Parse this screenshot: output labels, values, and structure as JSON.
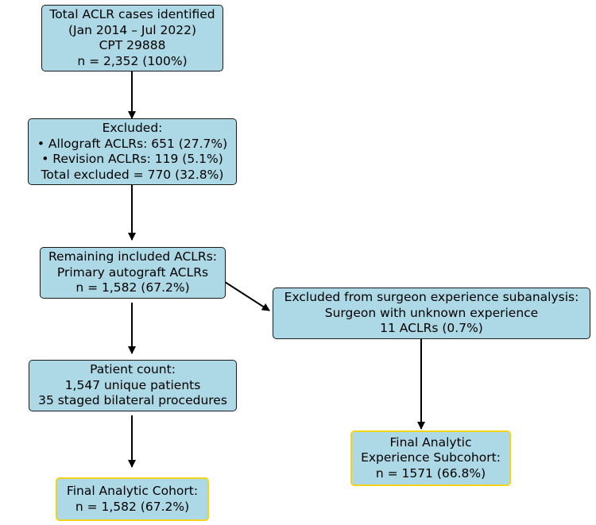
{
  "colors": {
    "box_fill": "#add8e6",
    "box_border": "#1a1a1a",
    "final_border": "#f2d21b",
    "arrow": "#000000"
  },
  "boxes": {
    "total": {
      "lines": [
        "Total ACLR cases identified",
        "(Jan 2014 – Jul 2022)",
        "CPT 29888",
        "n = 2,352 (100%)"
      ]
    },
    "excluded": {
      "lines": [
        "Excluded:",
        "• Allograft ACLRs: 651 (27.7%)",
        "• Revision ACLRs: 119 (5.1%)",
        "Total excluded = 770 (32.8%)"
      ]
    },
    "remaining": {
      "lines": [
        "Remaining included ACLRs:",
        "Primary autograft ACLRs",
        "n = 1,582 (67.2%)"
      ]
    },
    "patient_count": {
      "lines": [
        "Patient count:",
        "1,547 unique patients",
        "35 staged bilateral procedures"
      ]
    },
    "final_cohort": {
      "lines": [
        "Final Analytic Cohort:",
        "n = 1,582 (67.2%)"
      ]
    },
    "excluded_surgeon": {
      "lines": [
        "Excluded from surgeon experience subanalysis:",
        "Surgeon with unknown experience",
        "11 ACLRs (0.7%)"
      ]
    },
    "final_subcohort": {
      "lines": [
        "Final Analytic",
        "Experience Subcohort:",
        "n = 1571 (66.8%)"
      ]
    }
  }
}
